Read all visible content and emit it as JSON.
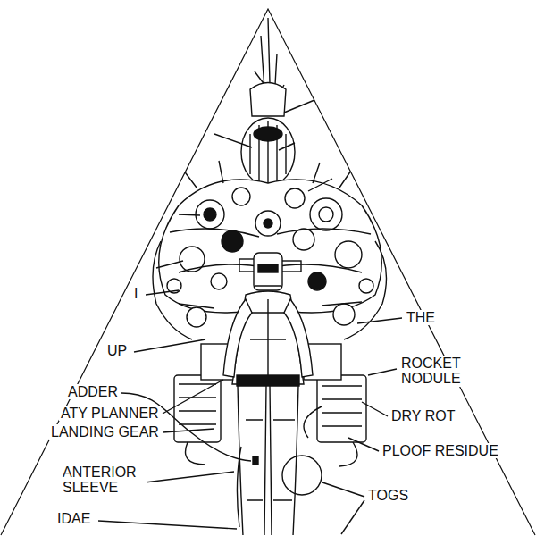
{
  "diagram": {
    "labels": [
      "I",
      "UP",
      "ADDER",
      "ATY PLANNER",
      "LANDING GEAR",
      "ANTERIOR SLEEVE",
      "IDAE",
      "THE",
      "ROCKET NODULE",
      "DRY ROT",
      "PLOOF RESIDUE",
      "TOGS"
    ]
  }
}
